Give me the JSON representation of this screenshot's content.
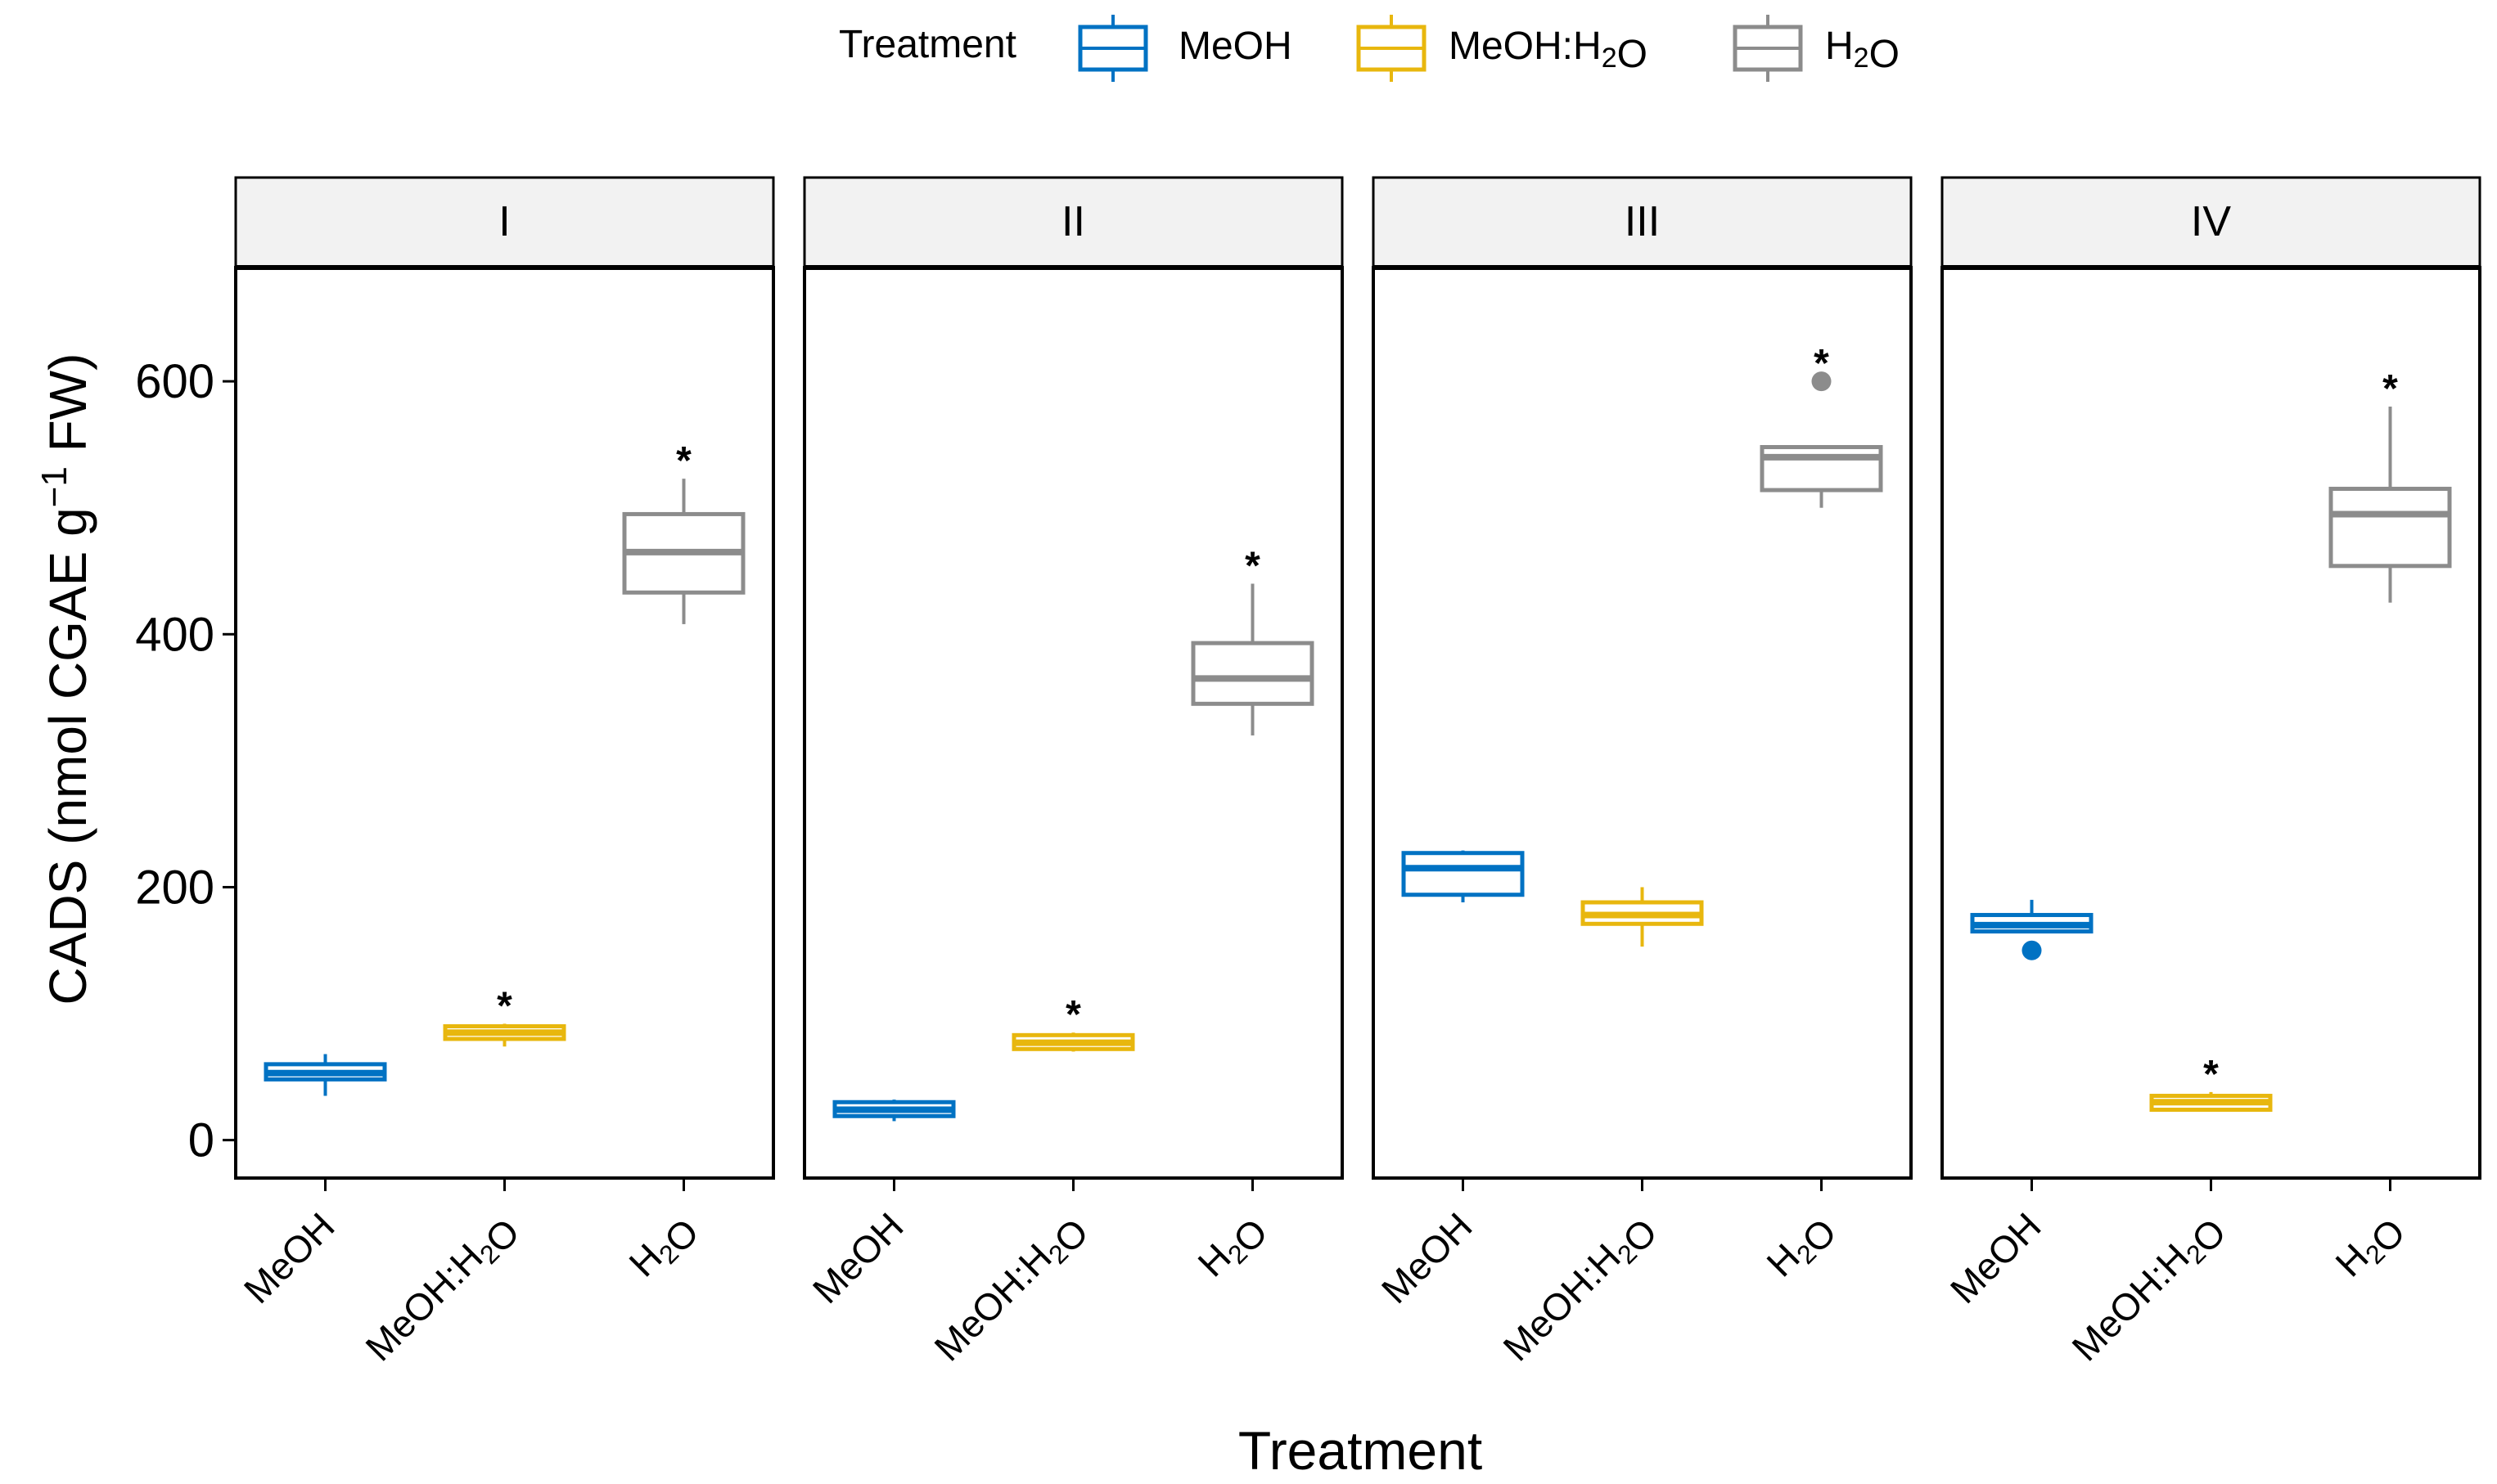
{
  "chart_data": {
    "type": "boxplot",
    "xlabel": "Treatment",
    "ylabel": {
      "prefix": "CADS (nmol CGAE g",
      "superscript": "−1",
      "suffix": " FW)"
    },
    "ylim": [
      -30,
      690
    ],
    "yticks": [
      "0",
      "200",
      "400",
      "600"
    ],
    "legend": {
      "title": "Treatment",
      "position": "top",
      "items": [
        {
          "label": "MeOH",
          "color": "#0072C3"
        },
        {
          "label": "MeOH:H₂O",
          "color": "#E8B70E"
        },
        {
          "label": "H₂O",
          "color": "#8C8C8C"
        }
      ]
    },
    "categories": [
      "MeOH",
      "MeOH:H₂O",
      "H₂O"
    ],
    "grid": false,
    "significance_marker": "*",
    "panels": [
      {
        "label": "I",
        "boxes": [
          {
            "category": "MeOH",
            "whisker_low": 35,
            "q1": 48,
            "median": 53,
            "q3": 60,
            "whisker_high": 68,
            "outliers": [],
            "significant": false
          },
          {
            "category": "MeOH:H₂O",
            "whisker_low": 74,
            "q1": 80,
            "median": 85,
            "q3": 90,
            "whisker_high": 92,
            "outliers": [],
            "significant": true
          },
          {
            "category": "H₂O",
            "whisker_low": 408,
            "q1": 433,
            "median": 465,
            "q3": 495,
            "whisker_high": 523,
            "outliers": [],
            "significant": true
          }
        ]
      },
      {
        "label": "II",
        "boxes": [
          {
            "category": "MeOH",
            "whisker_low": 15,
            "q1": 19,
            "median": 24,
            "q3": 30,
            "whisker_high": 32,
            "outliers": [],
            "significant": false
          },
          {
            "category": "MeOH:H₂O",
            "whisker_low": 70,
            "q1": 72,
            "median": 77,
            "q3": 83,
            "whisker_high": 85,
            "outliers": [],
            "significant": true
          },
          {
            "category": "H₂O",
            "whisker_low": 320,
            "q1": 345,
            "median": 365,
            "q3": 393,
            "whisker_high": 440,
            "outliers": [],
            "significant": true
          }
        ]
      },
      {
        "label": "III",
        "boxes": [
          {
            "category": "MeOH",
            "whisker_low": 188,
            "q1": 194,
            "median": 215,
            "q3": 227,
            "whisker_high": 229,
            "outliers": [],
            "significant": false
          },
          {
            "category": "MeOH:H₂O",
            "whisker_low": 153,
            "q1": 171,
            "median": 178,
            "q3": 188,
            "whisker_high": 200,
            "outliers": [],
            "significant": false
          },
          {
            "category": "H₂O",
            "whisker_low": 500,
            "q1": 514,
            "median": 540,
            "q3": 548,
            "whisker_high": 548,
            "outliers": [
              600
            ],
            "significant": true
          }
        ]
      },
      {
        "label": "IV",
        "boxes": [
          {
            "category": "MeOH",
            "whisker_low": 165,
            "q1": 165,
            "median": 170,
            "q3": 178,
            "whisker_high": 190,
            "outliers": [
              150
            ],
            "significant": false
          },
          {
            "category": "MeOH:H₂O",
            "whisker_low": 23,
            "q1": 24,
            "median": 30,
            "q3": 35,
            "whisker_high": 38,
            "outliers": [],
            "significant": true
          },
          {
            "category": "H₂O",
            "whisker_low": 425,
            "q1": 454,
            "median": 495,
            "q3": 515,
            "whisker_high": 580,
            "outliers": [],
            "significant": true
          }
        ]
      }
    ]
  }
}
